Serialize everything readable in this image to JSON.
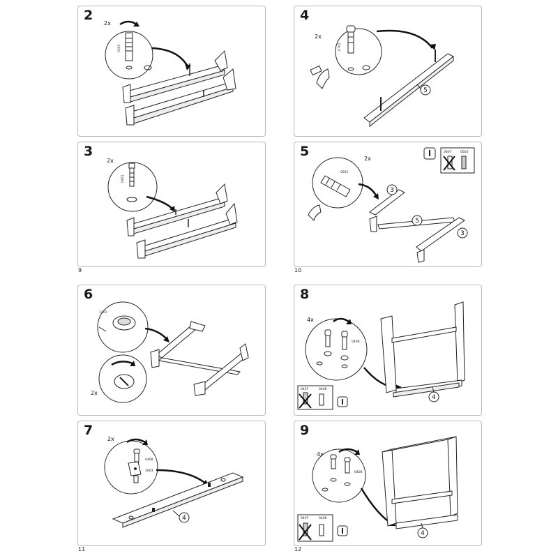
{
  "pages": [
    {
      "number": "9"
    },
    {
      "number": "10"
    },
    {
      "number": "11"
    },
    {
      "number": "12"
    }
  ],
  "steps": [
    {
      "number": "2",
      "quantity": "2x",
      "part_code": "0301"
    },
    {
      "number": "4",
      "quantity": "2x",
      "part_code": "0702",
      "board_label": "5"
    },
    {
      "number": "3",
      "quantity": "2x",
      "part_code": "0901"
    },
    {
      "number": "5",
      "quantity": "2x",
      "part_code": "0601",
      "labels": [
        "3",
        "5",
        "3"
      ],
      "ref_codes": [
        "0607",
        "0603"
      ]
    },
    {
      "number": "6",
      "quantity": "2x",
      "part_code": "1201"
    },
    {
      "number": "8",
      "quantity": "4x",
      "part_code": "0408",
      "board_label": "4",
      "ref_codes": [
        "0407",
        "0408"
      ]
    },
    {
      "number": "7",
      "quantity": "2x",
      "part_codes": [
        "0408",
        "1603"
      ],
      "board_label": "4"
    },
    {
      "number": "9",
      "quantity": "4x",
      "part_code": "0408",
      "board_label": "4",
      "ref_codes": [
        "0407",
        "0408"
      ]
    }
  ]
}
